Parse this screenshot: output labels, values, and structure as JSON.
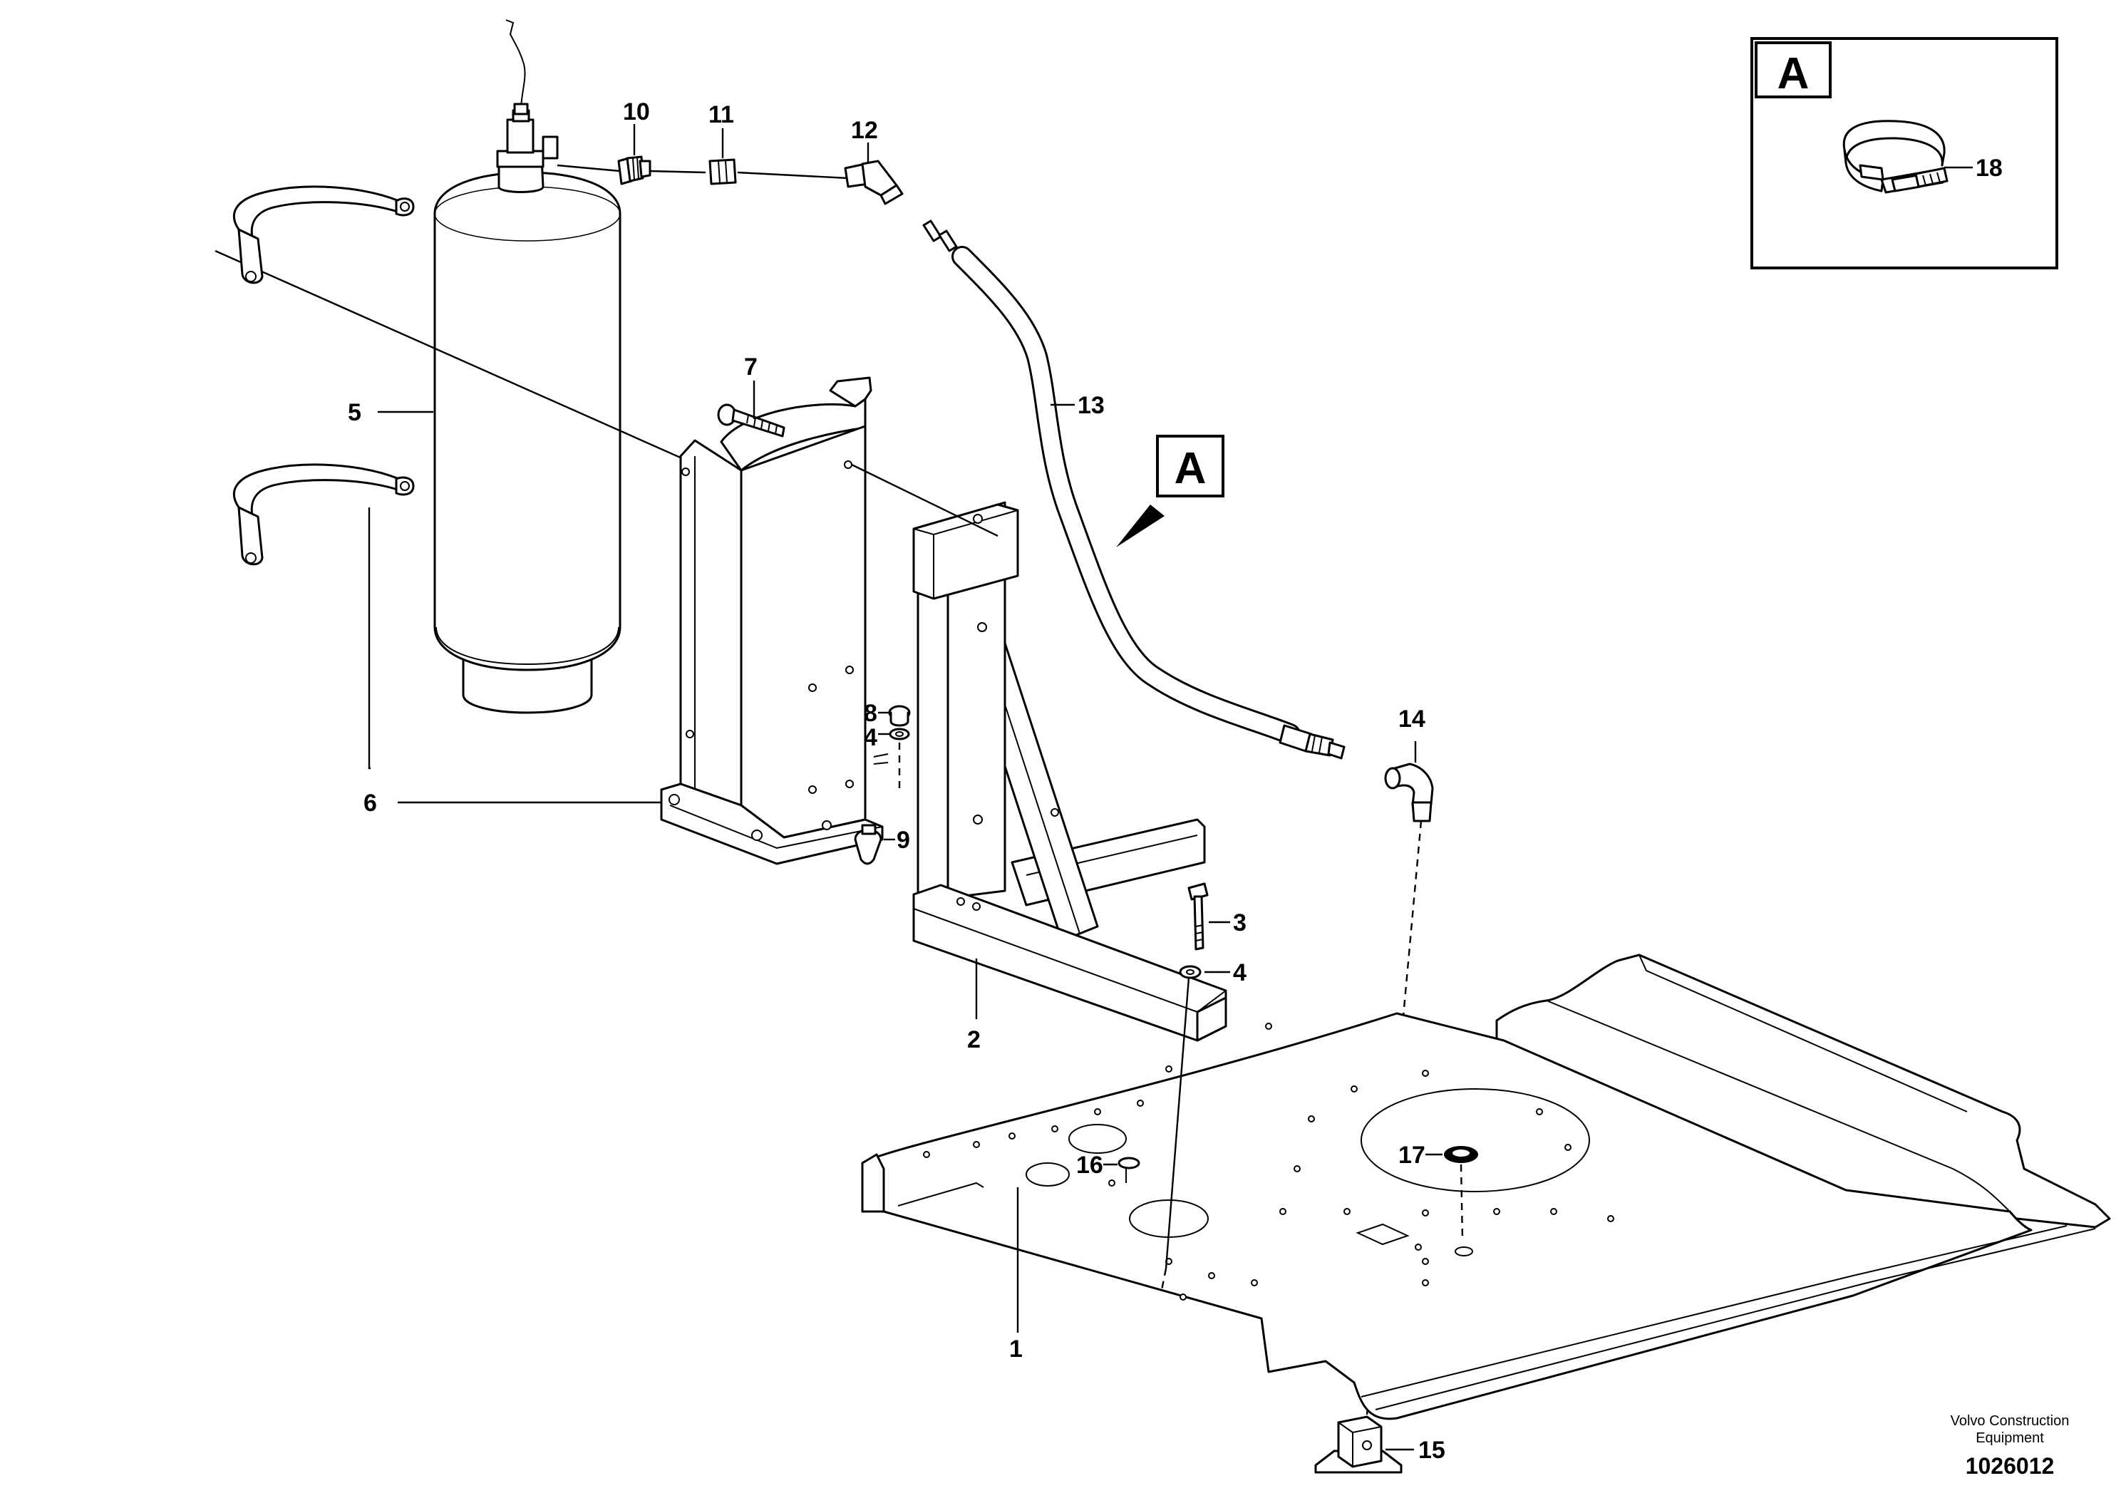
{
  "detail_label": "A",
  "callouts": [
    {
      "id": "1",
      "text": "1"
    },
    {
      "id": "2",
      "text": "2"
    },
    {
      "id": "3",
      "text": "3"
    },
    {
      "id": "4a",
      "text": "4"
    },
    {
      "id": "4b",
      "text": "4"
    },
    {
      "id": "5",
      "text": "5"
    },
    {
      "id": "6",
      "text": "6"
    },
    {
      "id": "7",
      "text": "7"
    },
    {
      "id": "8",
      "text": "8"
    },
    {
      "id": "9",
      "text": "9"
    },
    {
      "id": "10",
      "text": "10"
    },
    {
      "id": "11",
      "text": "11"
    },
    {
      "id": "12",
      "text": "12"
    },
    {
      "id": "13",
      "text": "13"
    },
    {
      "id": "14",
      "text": "14"
    },
    {
      "id": "15",
      "text": "15"
    },
    {
      "id": "16",
      "text": "16"
    },
    {
      "id": "17",
      "text": "17"
    },
    {
      "id": "18",
      "text": "18"
    }
  ],
  "footer": {
    "brand_line1": "Volvo Construction",
    "brand_line2": "Equipment",
    "document_number": "1026012"
  }
}
